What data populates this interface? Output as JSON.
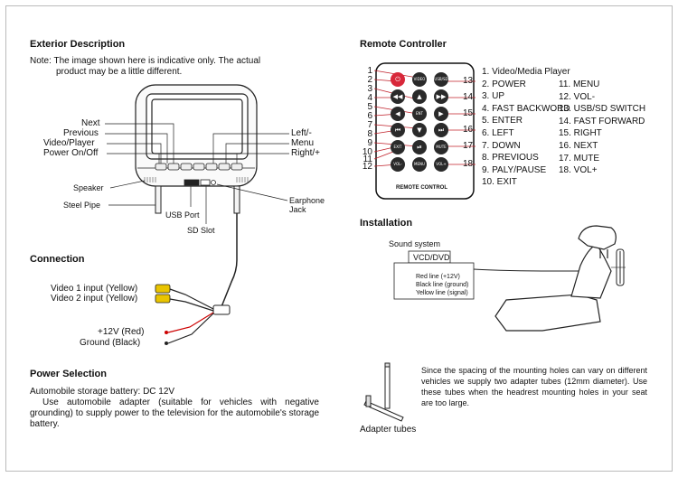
{
  "exterior": {
    "title": "Exterior Description",
    "note_line1": "Note: The image shown here is indicative only. The actual",
    "note_line2": "product may be a little different.",
    "labels": {
      "next": "Next",
      "previous": "Previous",
      "video_player": "Video/Player",
      "power": "Power On/Off",
      "left": "Left/-",
      "menu": "Menu",
      "right": "Right/+",
      "speaker": "Speaker",
      "steel_pipe": "Steel Pipe",
      "usb_port": "USB Port",
      "sd_slot": "SD Slot",
      "earphone": "Earphone",
      "jack": "Jack"
    }
  },
  "connection": {
    "title": "Connection",
    "video1": "Video 1 input  (Yellow)",
    "video2": "Video 2 input  (Yellow)",
    "power_red": "+12V (Red)",
    "ground": "Ground  (Black)"
  },
  "power_selection": {
    "title": "Power Selection",
    "line1": "Automobile storage battery: DC 12V",
    "body": "Use automobile adapter (suitable for vehicles with negative grounding) to supply power to the television for the automobile's storage battery."
  },
  "remote": {
    "title": "Remote Controller",
    "footer": "REMOTE CONTROL",
    "callouts_left": [
      "1",
      "2",
      "3",
      "4",
      "5",
      "6",
      "7",
      "8",
      "9",
      "10",
      "11",
      "12"
    ],
    "callouts_right": [
      "13",
      "14",
      "15",
      "16",
      "17",
      "18"
    ],
    "buttons": {
      "power": "⏻",
      "video_av": "VIDEO",
      "usb_sd": "USB/SD",
      "fast_back": "◀◀",
      "up": "▲",
      "fast_fwd": "▶▶",
      "left": "◀",
      "enter": "ENT",
      "right": "▶",
      "prev": "⏮",
      "down": "▼",
      "next": "⏭",
      "exit": "EXIT",
      "play": "⏯",
      "mute": "MUTE",
      "vol_minus": "VOL-",
      "menu": "MENU",
      "vol_plus": "VOL+"
    },
    "legend_left": [
      "1. Video/Media Player",
      "2. POWER",
      "3. UP",
      "4. FAST BACKWORD",
      "5. ENTER",
      "6. LEFT",
      "7. DOWN",
      "8. PREVIOUS",
      "9. PALY/PAUSE",
      "10. EXIT"
    ],
    "legend_right": [
      "11. MENU",
      "12. VOL-",
      "13. USB/SD SWITCH",
      "14. FAST FORWARD",
      "15. RIGHT",
      "16. NEXT",
      "17. MUTE",
      "18. VOL+"
    ],
    "colors": {
      "power": "#d8283a",
      "button": "#2a2a2a",
      "body": "#1a1a1a",
      "callout_line": "#c0202a"
    }
  },
  "installation": {
    "title": "Installation",
    "sound_system": "Sound system",
    "vcd_dvd": "VCD/DVD",
    "red_line": "Red line (+12V)",
    "black_line": "Black line (ground)",
    "yellow_line": "Yellow line (signal)",
    "spacing_text": "Since the spacing of the mounting holes can vary on different vehicles we supply two adapter tubes (12mm diameter). Use these tubes when the headrest mounting holes in your seat are too large.",
    "adapter_tubes": "Adapter tubes"
  }
}
